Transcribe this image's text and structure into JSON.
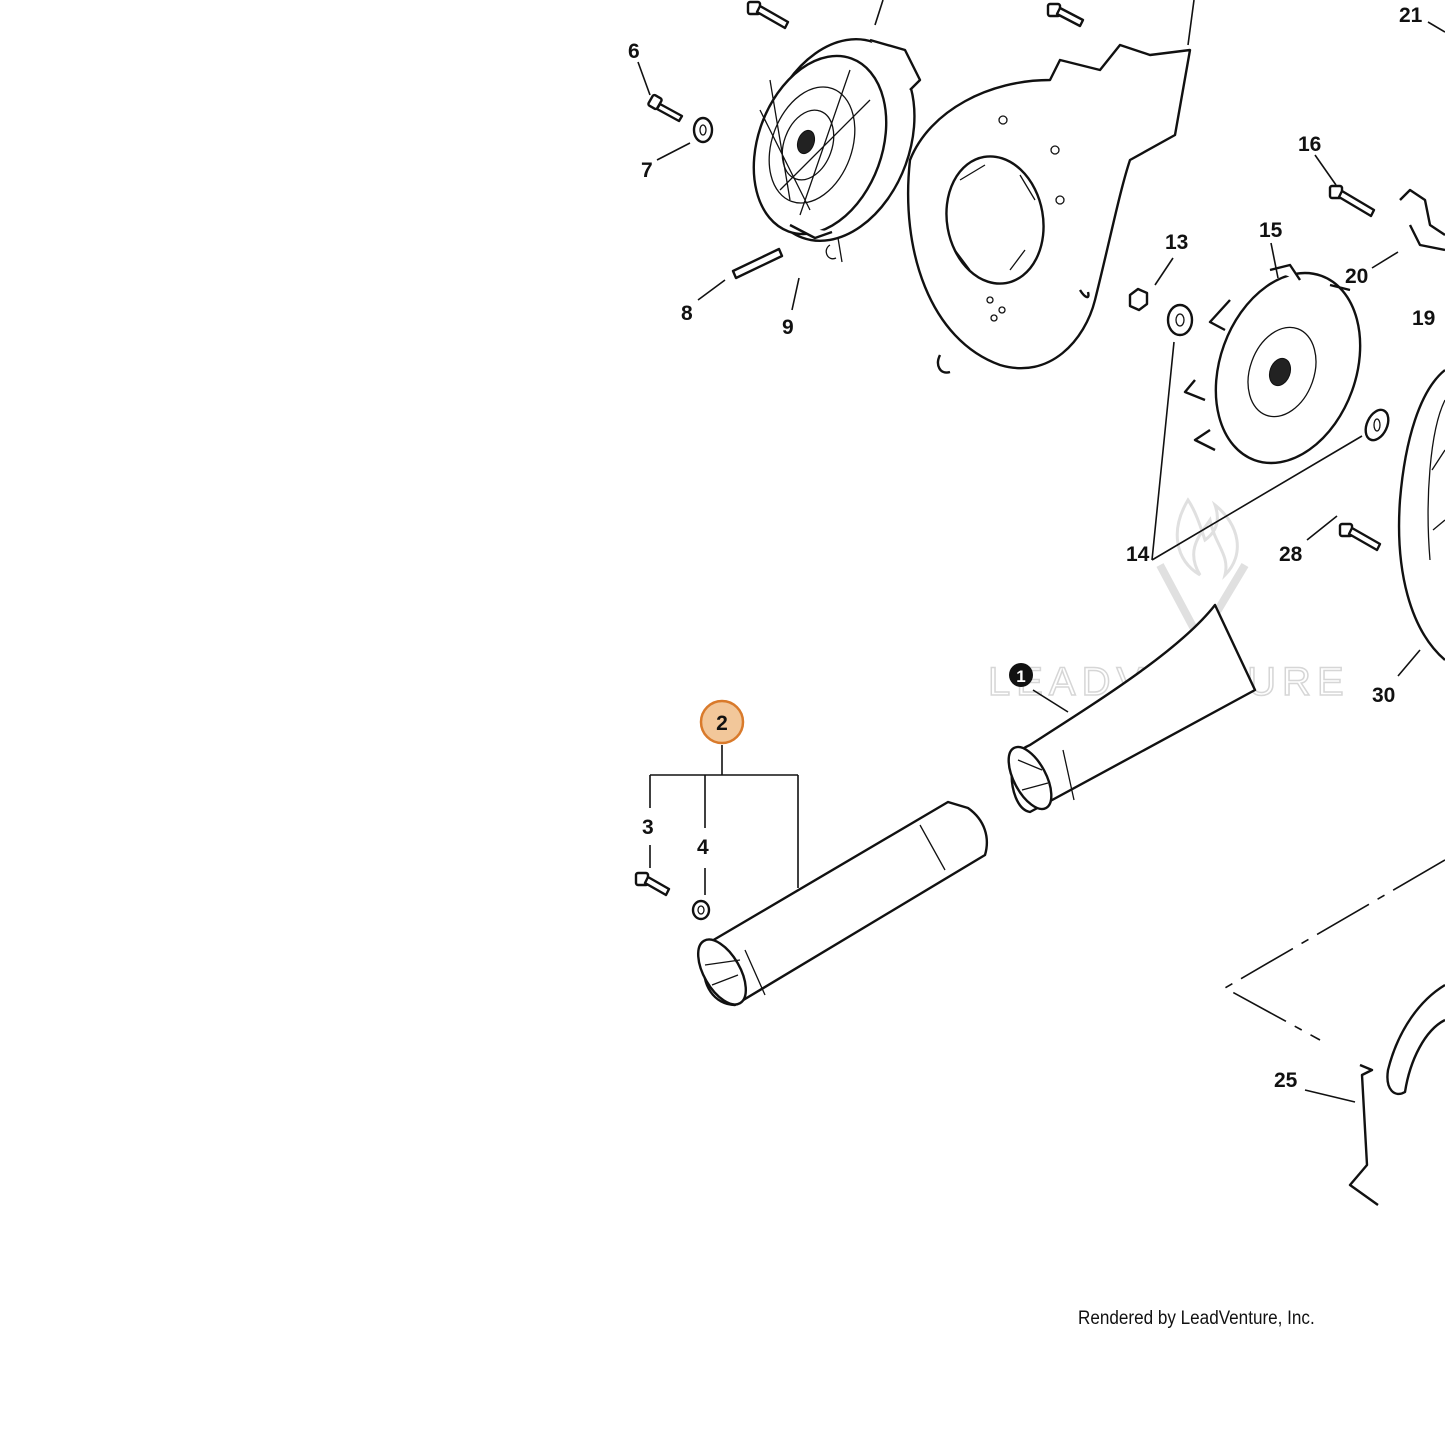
{
  "callouts": {
    "c1": "1",
    "c2": "2",
    "c3": "3",
    "c4": "4",
    "c6": "6",
    "c7": "7",
    "c8": "8",
    "c9": "9",
    "c13": "13",
    "c14": "14",
    "c15": "15",
    "c16": "16",
    "c19": "19",
    "c20": "20",
    "c21": "21",
    "c25": "25",
    "c28": "28",
    "c30": "30"
  },
  "watermark": {
    "text": "LEADVENTURE"
  },
  "credit": {
    "text": "Rendered by LeadVenture, Inc."
  },
  "colors": {
    "highlight_fill": "#f2c79a",
    "highlight_stroke": "#d97a2b",
    "line": "#111111"
  }
}
